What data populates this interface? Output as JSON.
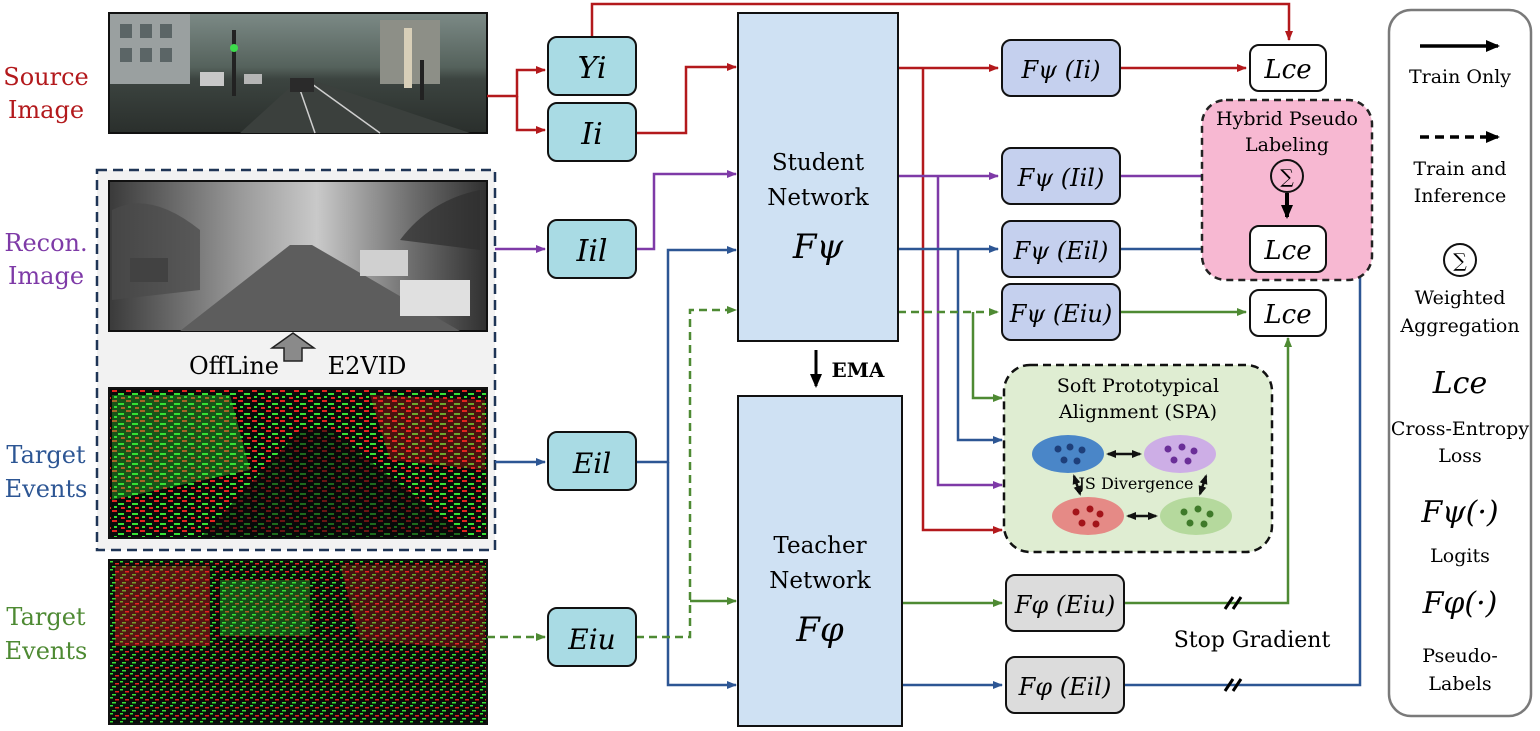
{
  "colors": {
    "red": "#b3191c",
    "purple": "#7e3aa7",
    "blue": "#2d5694",
    "green": "#4e8a33",
    "box_teal": "#a9dbe4",
    "box_lavender": "#c5d0ee",
    "box_gray": "#dcdcdc",
    "network_blue": "#cfe1f3",
    "hybrid_pink": "#f7b8d2",
    "spa_green": "#dfedd2",
    "dashed_region": "#f2f2f2"
  },
  "row_labels": {
    "source": [
      "Source",
      "Image"
    ],
    "recon": [
      "Recon.",
      "Image"
    ],
    "target1": [
      "Target",
      "Events"
    ],
    "target2": [
      "Target",
      "Events"
    ]
  },
  "offline": {
    "left": "OffLine",
    "right": "E2VID"
  },
  "inputs": {
    "yi": "Yi",
    "ii": "Ii",
    "iil": "Iil",
    "eil": "Eil",
    "eiu": "Eiu"
  },
  "networks": {
    "student": {
      "line1": "Student",
      "line2": "Network",
      "symbol": "Fψ"
    },
    "teacher": {
      "line1": "Teacher",
      "line2": "Network",
      "symbol": "Fφ"
    },
    "ema": "EMA"
  },
  "outputs": {
    "f_ii": "Fψ (Ii)",
    "f_iil": "Fψ (Iil)",
    "f_eil": "Fψ (Eil)",
    "f_eiu": "Fψ (Eiu)",
    "t_eiu": "Fφ (Eiu)",
    "t_eil": "Fφ (Eil)"
  },
  "loss": "Lce",
  "hybrid": {
    "line1": "Hybrid Pseudo",
    "line2": "Labeling"
  },
  "spa": {
    "line1": "Soft Prototypical",
    "line2": "Alignment (SPA)",
    "js": "JS Divergence"
  },
  "stop_gradient": "Stop Gradient",
  "legend": {
    "train_only": "Train Only",
    "train_inference": [
      "Train and",
      "Inference"
    ],
    "weighted": [
      "Weighted",
      "Aggregation"
    ],
    "ce": [
      "Cross-Entropy",
      "Loss"
    ],
    "logits": "Logits",
    "pseudo": [
      "Pseudo-",
      "Labels"
    ],
    "ce_symbol": "Lce",
    "logit_symbol": "Fψ(·)",
    "pseudo_symbol": "Fφ(·)"
  }
}
